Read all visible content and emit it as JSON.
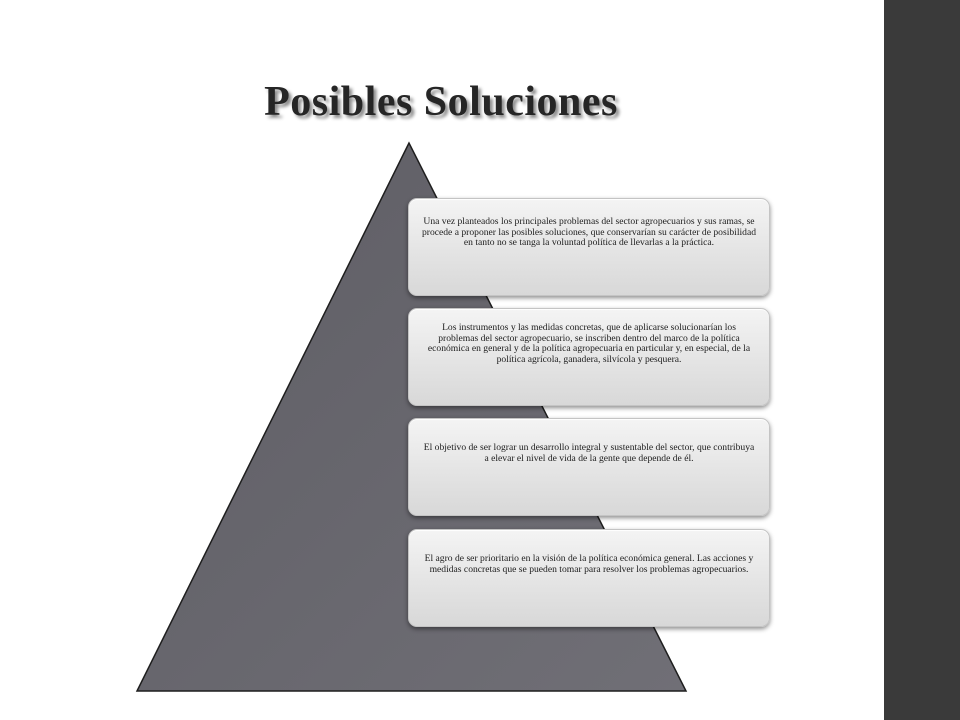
{
  "slide": {
    "title": "Posibles Soluciones"
  },
  "colors": {
    "pyramid_fill": "#6a6970",
    "pyramid_stroke": "#1e1e1e",
    "sidebar": "#3a3a3a",
    "box_fill": "#ececec"
  },
  "pyramid": {
    "levels": [
      {
        "text": "Una vez planteados los principales problemas del sector agropecuarios y sus ramas, se procede a proponer las posibles soluciones, que conservarían su carácter de posibilidad en tanto no se tanga la voluntad política de llevarlas a la práctica."
      },
      {
        "text": "Los instrumentos y las medidas concretas, que de aplicarse solucionarían los problemas del sector agropecuario, se inscriben dentro del marco de la política económica en general y de la política agropecuaria en particular y, en especial, de la política agrícola, ganadera, silvícola y pesquera."
      },
      {
        "text": "El objetivo de ser lograr un desarrollo integral y sustentable del sector, que contribuya a elevar el nivel de vida de la gente que depende de él."
      },
      {
        "text": "El agro de ser prioritario en la visión de la política económica general. Las acciones y medidas concretas que se pueden tomar para resolver los problemas agropecuarios."
      }
    ]
  }
}
